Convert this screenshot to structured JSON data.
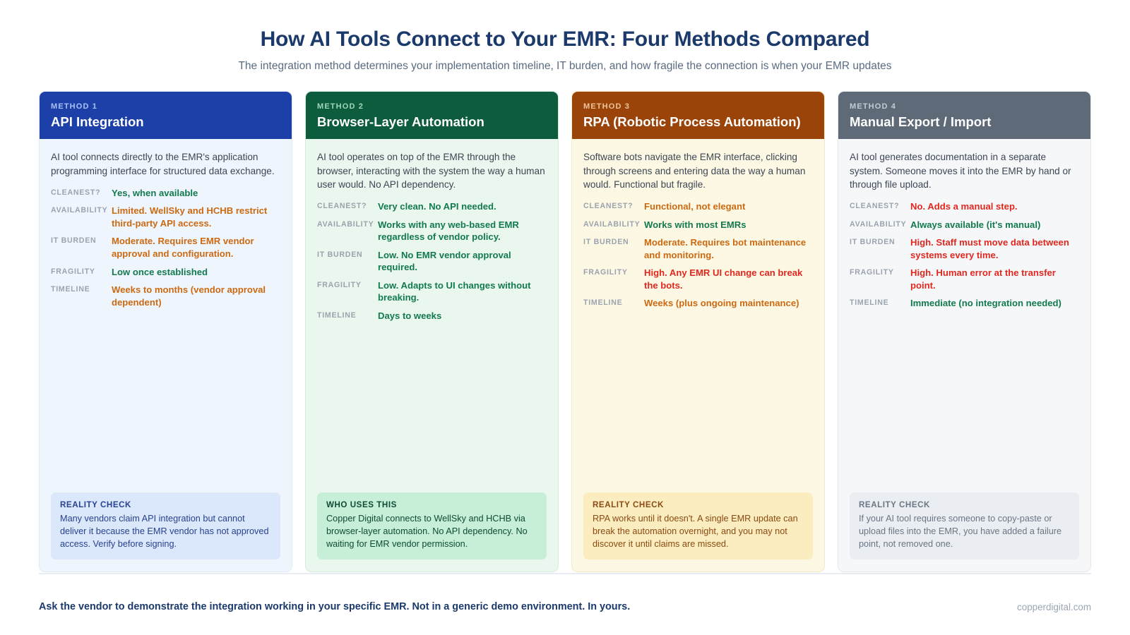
{
  "header": {
    "title": "How AI Tools Connect to Your EMR: Four Methods Compared",
    "subtitle": "The integration method determines your implementation timeline, IT burden, and how fragile the connection is when your EMR updates"
  },
  "attribute_keys": {
    "cleanest": "CLEANEST?",
    "availability": "AVAILABILITY",
    "it_burden": "IT BURDEN",
    "fragility": "FRAGILITY",
    "timeline": "TIMELINE"
  },
  "cards": [
    {
      "method_label": "METHOD 1",
      "title": "API Integration",
      "description": "AI tool connects directly to the EMR's application programming interface for structured data exchange.",
      "header_color": "#1d3fa8",
      "attributes": [
        {
          "key": "CLEANEST?",
          "value": "Yes, when available",
          "tone": "green"
        },
        {
          "key": "AVAILABILITY",
          "value": "Limited. WellSky and HCHB restrict third-party API access.",
          "tone": "orange"
        },
        {
          "key": "IT BURDEN",
          "value": "Moderate. Requires EMR vendor approval and configuration.",
          "tone": "orange"
        },
        {
          "key": "FRAGILITY",
          "value": "Low once established",
          "tone": "green"
        },
        {
          "key": "TIMELINE",
          "value": "Weeks to months (vendor approval dependent)",
          "tone": "orange"
        }
      ],
      "note": {
        "title": "REALITY CHECK",
        "text": "Many vendors claim API integration but cannot deliver it because the EMR vendor has not approved access. Verify before signing."
      }
    },
    {
      "method_label": "METHOD 2",
      "title": "Browser-Layer Automation",
      "description": "AI tool operates on top of the EMR through the browser, interacting with the system the way a human user would. No API dependency.",
      "header_color": "#0c5c3d",
      "attributes": [
        {
          "key": "CLEANEST?",
          "value": "Very clean. No API needed.",
          "tone": "green"
        },
        {
          "key": "AVAILABILITY",
          "value": "Works with any web-based EMR regardless of vendor policy.",
          "tone": "green"
        },
        {
          "key": "IT BURDEN",
          "value": "Low. No EMR vendor approval required.",
          "tone": "green"
        },
        {
          "key": "FRAGILITY",
          "value": "Low. Adapts to UI changes without breaking.",
          "tone": "green"
        },
        {
          "key": "TIMELINE",
          "value": "Days to weeks",
          "tone": "green"
        }
      ],
      "note": {
        "title": "WHO USES THIS",
        "text": "Copper Digital connects to WellSky and HCHB via browser-layer automation. No API dependency. No waiting for EMR vendor permission."
      }
    },
    {
      "method_label": "METHOD 3",
      "title": "RPA (Robotic Process Automation)",
      "description": "Software bots navigate the EMR interface, clicking through screens and entering data the way a human would. Functional but fragile.",
      "header_color": "#9b4409",
      "attributes": [
        {
          "key": "CLEANEST?",
          "value": "Functional, not elegant",
          "tone": "orange"
        },
        {
          "key": "AVAILABILITY",
          "value": "Works with most EMRs",
          "tone": "green"
        },
        {
          "key": "IT BURDEN",
          "value": "Moderate. Requires bot maintenance and monitoring.",
          "tone": "orange"
        },
        {
          "key": "FRAGILITY",
          "value": "High. Any EMR UI change can break the bots.",
          "tone": "red"
        },
        {
          "key": "TIMELINE",
          "value": "Weeks (plus ongoing maintenance)",
          "tone": "orange"
        }
      ],
      "note": {
        "title": "REALITY CHECK",
        "text": "RPA works until it doesn't. A single EMR update can break the automation overnight, and you may not discover it until claims are missed."
      }
    },
    {
      "method_label": "METHOD 4",
      "title": "Manual Export / Import",
      "description": "AI tool generates documentation in a separate system. Someone moves it into the EMR by hand or through file upload.",
      "header_color": "#5e6a77",
      "attributes": [
        {
          "key": "CLEANEST?",
          "value": "No. Adds a manual step.",
          "tone": "red"
        },
        {
          "key": "AVAILABILITY",
          "value": "Always available (it's manual)",
          "tone": "green"
        },
        {
          "key": "IT BURDEN",
          "value": "High. Staff must move data between systems every time.",
          "tone": "red"
        },
        {
          "key": "FRAGILITY",
          "value": "High. Human error at the transfer point.",
          "tone": "red"
        },
        {
          "key": "TIMELINE",
          "value": "Immediate (no integration needed)",
          "tone": "green"
        }
      ],
      "note": {
        "title": "REALITY CHECK",
        "text": "If your AI tool requires someone to copy-paste or upload files into the EMR, you have added a failure point, not removed one."
      }
    }
  ],
  "footer": {
    "note": "Ask the vendor to demonstrate the integration working in your specific EMR. Not in a generic demo environment. In yours.",
    "brand": "copperdigital.com"
  }
}
